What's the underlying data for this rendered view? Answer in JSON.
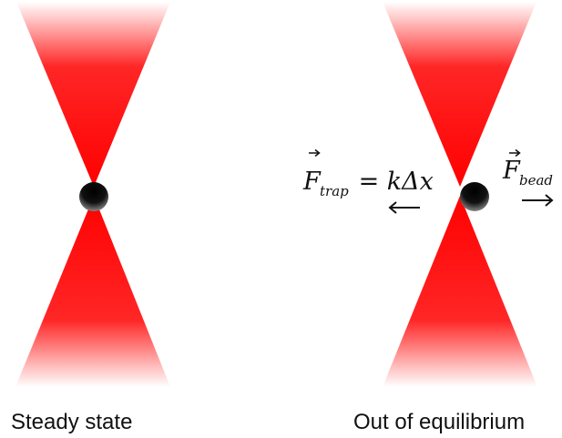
{
  "panels": [
    {
      "id": "steady",
      "caption": "Steady state"
    },
    {
      "id": "out-of-equilibrium",
      "caption": "Out of equilibrium"
    }
  ],
  "labels": {
    "f_trap_symbol": "F",
    "f_trap_subscript": "trap",
    "f_trap_equation": " = kΔx",
    "f_bead_symbol": "F",
    "f_bead_subscript": "bead",
    "arrow_left": "⟵",
    "arrow_right": "⟶"
  },
  "colors": {
    "laser": "#ff0000",
    "bead": "#000000",
    "text": "#111111"
  },
  "icons": {
    "trap_left": "laser-beam-focus",
    "trap_right": "laser-beam-focus",
    "bead": "bead-sphere"
  }
}
